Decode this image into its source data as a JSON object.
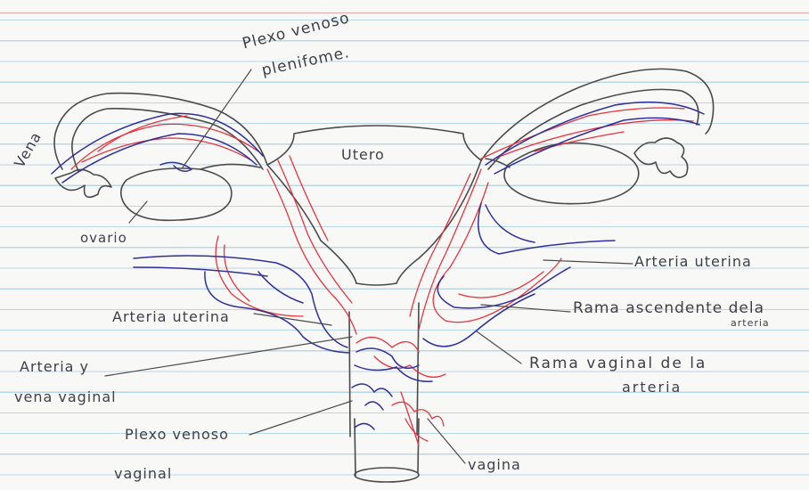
{
  "labels": {
    "plexo_venoso": "Plexo venoso",
    "pleniforme": "plenifome.",
    "vena": "Vena",
    "utero": "Utero",
    "ovario": "ovario",
    "arteria_uterina_left": "Arteria uterina",
    "arteria_y_vena_1": "Arteria y",
    "arteria_y_vena_2": "vena vaginal",
    "plexo_venoso_vaginal_1": "Plexo venoso",
    "plexo_venoso_vaginal_2": "vaginal",
    "vagina": "vagina",
    "arteria_uterina_right": "Arteria uterina",
    "rama_ascendente": "Rama ascendente dela",
    "arteria_small": "arteria",
    "rama_vaginal_1": "Rama vaginal de la",
    "rama_vaginal_2": "arteria"
  },
  "colors": {
    "pencil": "#4a4a4a",
    "artery": "#e8333d",
    "vein": "#2f2f9e",
    "rule_lines": "#b9d6e6",
    "margin": "#e6a9ae"
  }
}
